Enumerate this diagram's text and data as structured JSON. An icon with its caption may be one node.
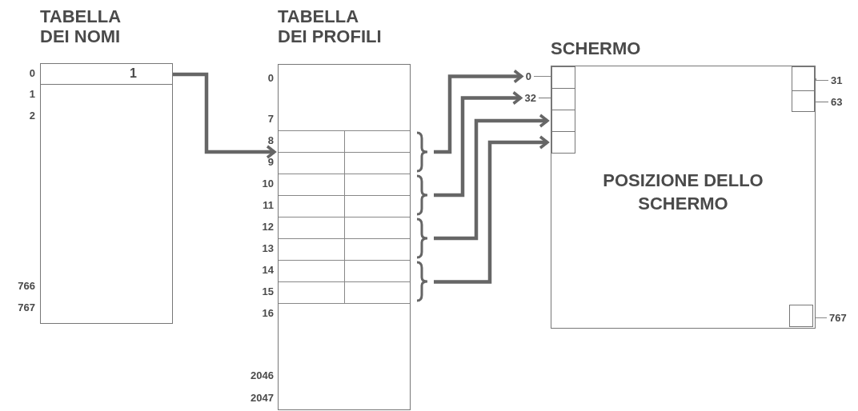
{
  "diagram": {
    "nodes": [
      {
        "text": [
          "TABELLA DEI NOMI"
        ]
      },
      {
        "text": [
          "1"
        ],
        "in": 0
      },
      {
        "text": [
          "TABELLA DEI PROFILI"
        ]
      },
      {
        "text": [],
        "shape": "box",
        "in": 2
      },
      {
        "text": [],
        "shape": "box",
        "in": 2
      },
      {
        "text": [],
        "shape": "box",
        "in": 2
      },
      {
        "text": [],
        "shape": "box",
        "in": 2
      },
      {
        "text": [
          "SCHERMO",
          "POSIZIONE DELLO SCHERMO"
        ]
      },
      {
        "text": [],
        "shape": "box",
        "in": 7
      },
      {
        "text": [],
        "shape": "box",
        "in": 7
      },
      {
        "text": [],
        "shape": "box",
        "in": 7
      },
      {
        "text": [],
        "shape": "box",
        "in": 7
      },
      {
        "text": [],
        "shape": "box",
        "in": 7
      },
      {
        "text": [],
        "shape": "box",
        "in": 7
      },
      {
        "text": [],
        "shape": "box",
        "in": 7
      },
      {
        "text": [
          "0"
        ]
      },
      {
        "text": [
          "32"
        ]
      },
      {
        "text": [
          "31"
        ]
      },
      {
        "text": [
          "63"
        ]
      },
      {
        "text": [
          "767"
        ]
      }
    ],
    "edges": [
      {
        "from": 1,
        "to": 3,
        "arrow": "to",
        "style": "thick"
      },
      {
        "from": 3,
        "to": 15,
        "arrow": "to",
        "style": "thick"
      },
      {
        "from": 4,
        "to": 16,
        "arrow": "to",
        "style": "thick"
      },
      {
        "from": 5,
        "to": 10,
        "arrow": "to",
        "style": "thick"
      },
      {
        "from": 6,
        "to": 11,
        "arrow": "to",
        "style": "thick"
      },
      {
        "from": 15,
        "to": 8,
        "arrow": "none"
      },
      {
        "from": 16,
        "to": 9,
        "arrow": "none"
      },
      {
        "from": 17,
        "to": 12,
        "arrow": "none"
      },
      {
        "from": 18,
        "to": 13,
        "arrow": "none"
      },
      {
        "from": 19,
        "to": 14,
        "arrow": "none"
      }
    ],
    "labels": [
      "0",
      "1",
      "2",
      "766",
      "767",
      "0",
      "7",
      "8",
      "9",
      "10",
      "11",
      "12",
      "13",
      "14",
      "15",
      "16",
      "2046",
      "2047"
    ]
  }
}
